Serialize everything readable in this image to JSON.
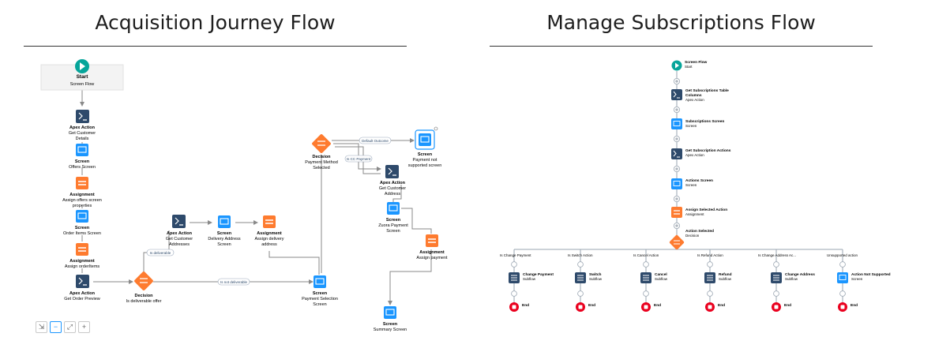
{
  "titles": {
    "left": "Acquisition Journey Flow",
    "right": "Manage Subscriptions Flow"
  },
  "colors": {
    "apex": "#2e4a6b",
    "screen": "#1b96ff",
    "assignment": "#fe7b2f",
    "decision": "#fe7b2f",
    "start": "#06a59a",
    "end": "#ea001e",
    "subflow": "#2e4a6b",
    "connector": "#8a8a8a"
  },
  "acq": {
    "start": {
      "title": "Start",
      "sub": "Screen Flow"
    },
    "apex1": {
      "title": "Apex Action",
      "l1": "Get Customer",
      "l2": "Details"
    },
    "offers": {
      "title": "Screen",
      "l1": "Offers Screen"
    },
    "assign_offers": {
      "title": "Assignment",
      "l1": "Assign offers screen",
      "l2": "properties"
    },
    "order_items": {
      "title": "Screen",
      "l1": "Order Items Screen"
    },
    "assign_items": {
      "title": "Assignment",
      "l1": "Assign orderItems"
    },
    "apex_preview": {
      "title": "Apex Action",
      "l1": "Get Order Preview"
    },
    "dec_deliverable": {
      "title": "Decision",
      "l1": "Is deliverable offer"
    },
    "apex_addr": {
      "title": "Apex Action",
      "l1": "Get Customer",
      "l2": "Addresses"
    },
    "delivery_screen": {
      "title": "Screen",
      "l1": "Delivery Address",
      "l2": "Screen"
    },
    "assign_delivery": {
      "title": "Assignment",
      "l1": "Assign delivery",
      "l2": "address"
    },
    "payment_screen": {
      "title": "Screen",
      "l1": "Payment Selection",
      "l2": "Screen"
    },
    "dec_payment": {
      "title": "Decision",
      "l1": "Payment Method",
      "l2": "Selected"
    },
    "not_supported": {
      "title": "Screen",
      "l1": "Payment not",
      "l2": "supported screen"
    },
    "apex_addr2": {
      "title": "Apex Action",
      "l1": "Get Customer",
      "l2": "Address"
    },
    "zuora": {
      "title": "Screen",
      "l1": "Zuora Payment",
      "l2": "Screen"
    },
    "assign_payment": {
      "title": "Assignment",
      "l1": "Assign payment"
    },
    "summary": {
      "title": "Screen",
      "l1": "Summary Screen"
    },
    "edges": {
      "is_deliverable": "Is deliverable",
      "is_not_deliverable": "Is not deliverable",
      "default_outcome": "Default Outcome",
      "is_cc_payment": "Is CC Payment"
    }
  },
  "mgmt": {
    "start": {
      "title": "Screen Flow",
      "sub": "Start"
    },
    "get_cols": {
      "title1": "Get Subscriptions Table",
      "title2": "Columns",
      "sub": "Apex Action"
    },
    "subs_screen": {
      "title": "Subscriptions Screen",
      "sub": "Screen"
    },
    "get_actions": {
      "title": "Get Subscription Actions",
      "sub": "Apex Action"
    },
    "actions_screen": {
      "title": "Actions Screen",
      "sub": "Screen"
    },
    "assign_action": {
      "title": "Assign Selected Action",
      "sub": "Assignment"
    },
    "action_selected": {
      "title": "Action Selected",
      "sub": "Decision"
    },
    "branches": [
      {
        "label": "Is Change Payment",
        "node": "Change Payment",
        "sub": "Subflow",
        "end": "End"
      },
      {
        "label": "Is Switch Action",
        "node": "Switch",
        "sub": "Subflow",
        "end": "End"
      },
      {
        "label": "Is Cancel Action",
        "node": "Cancel",
        "sub": "Subflow",
        "end": "End"
      },
      {
        "label": "Is Refund Action",
        "node": "Refund",
        "sub": "Subflow",
        "end": "End"
      },
      {
        "label": "Is Change Address Ac...",
        "node": "Change Address",
        "sub": "Subflow",
        "end": "End"
      },
      {
        "label": "Unsupported action",
        "node": "Action Not Supported",
        "sub": "Screen",
        "end": "End"
      }
    ]
  },
  "zoom_controls": [
    {
      "icon": "fit-view-icon",
      "glyph": "⇲"
    },
    {
      "icon": "zoom-out-icon",
      "glyph": "−"
    },
    {
      "icon": "expand-icon",
      "glyph": "⤢"
    },
    {
      "icon": "zoom-in-icon",
      "glyph": "+"
    }
  ]
}
